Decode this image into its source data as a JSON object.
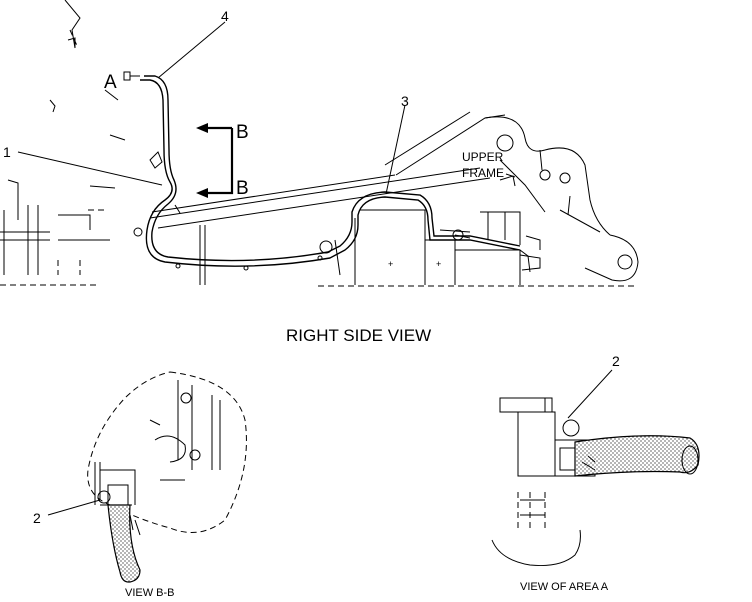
{
  "callouts": {
    "c1": "1",
    "c2_view_bb": "2",
    "c2_area_a": "2",
    "c3": "3",
    "c4": "4"
  },
  "markers": {
    "area_a": "A",
    "section_b_top": "B",
    "section_b_bottom": "B"
  },
  "labels": {
    "upper_frame_line1": "UPPER",
    "upper_frame_line2": "FRAME"
  },
  "captions": {
    "right_side_view": "RIGHT SIDE VIEW",
    "view_bb": "VIEW B-B",
    "view_area_a": "VIEW OF AREA A"
  }
}
